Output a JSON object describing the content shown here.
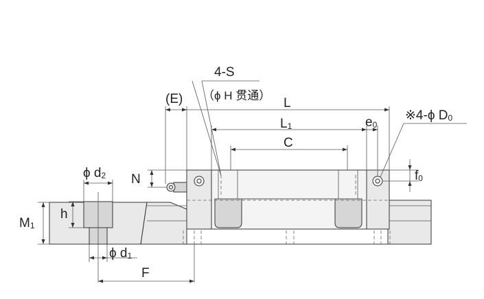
{
  "labels": {
    "hole_count": "4-S",
    "through_hole": "（ϕ H 贯通）",
    "e_label": "(E)",
    "L": "L",
    "L1_main": "L",
    "L1_sub": "1",
    "C": "C",
    "e0_main": "e",
    "e0_sub": "0",
    "d0_prefix": "※4-ϕ D",
    "d0_sub": "0",
    "d2_prefix": "ϕ d",
    "d2_sub": "2",
    "N": "N",
    "f0_main": "f",
    "f0_sub": "0",
    "h": "h",
    "M1_main": "M",
    "M1_sub": "1",
    "d1_prefix": "ϕ d",
    "d1_sub": "1",
    "F": "F"
  },
  "colors": {
    "line": "#333333",
    "fill_light": "#e9e9e9",
    "fill_mid": "#d6d6d6"
  }
}
